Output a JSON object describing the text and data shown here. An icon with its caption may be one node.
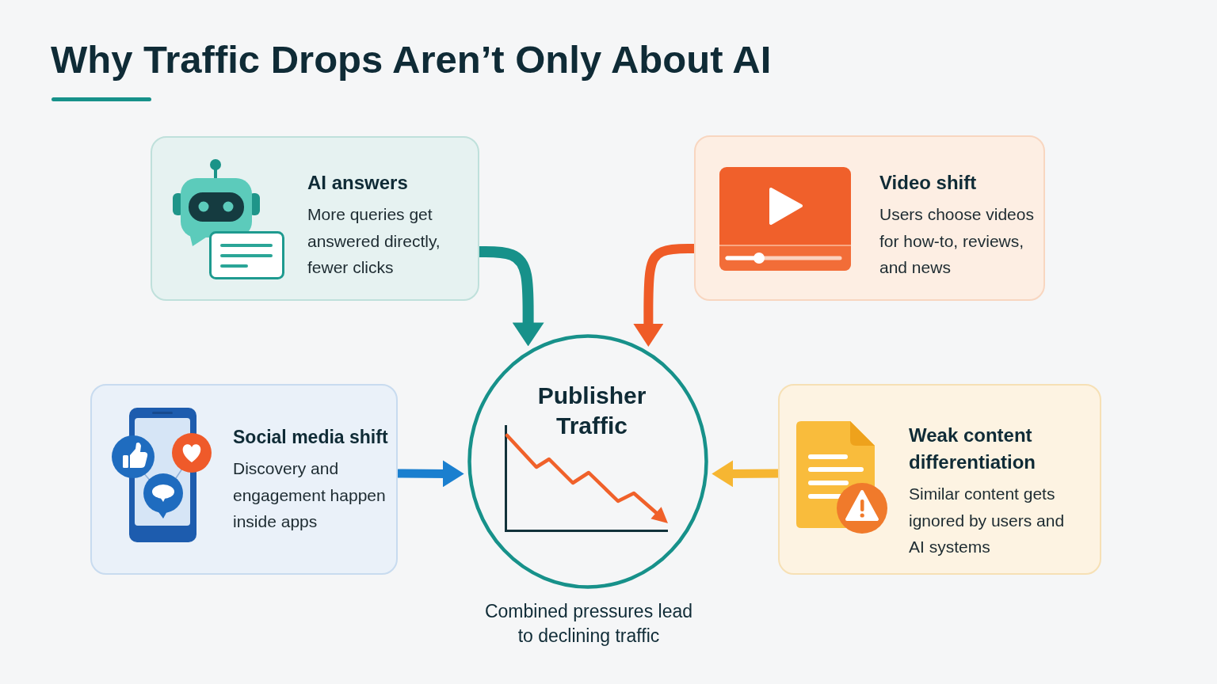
{
  "diagram": {
    "title": "Why Traffic Drops Aren’t Only About AI",
    "nodes": [
      {
        "text": [
          "AI answers",
          "More queries get answered directly, fewer clicks"
        ]
      },
      {
        "text": [
          "Video shift",
          "Users choose videos for how-to, reviews, and news"
        ]
      },
      {
        "text": [
          "Social media shift",
          "Discovery and engagement happen inside apps"
        ]
      },
      {
        "text": [
          "Publisher Traffic"
        ],
        "beside": [
          "Combined pressures lead to declining traffic"
        ]
      },
      {
        "text": [
          "Weak content differentiation",
          "Similar content gets ignored by users and AI systems"
        ]
      }
    ],
    "edges": [
      {
        "from": 0,
        "to": 3,
        "arrow": "to",
        "color": "#17918a"
      },
      {
        "from": 1,
        "to": 3,
        "arrow": "to",
        "color": "#ef5b27"
      },
      {
        "from": 2,
        "to": 3,
        "arrow": "to",
        "color": "#1a7fcf"
      },
      {
        "from": 4,
        "to": 3,
        "arrow": "to",
        "color": "#f6b632"
      }
    ]
  }
}
